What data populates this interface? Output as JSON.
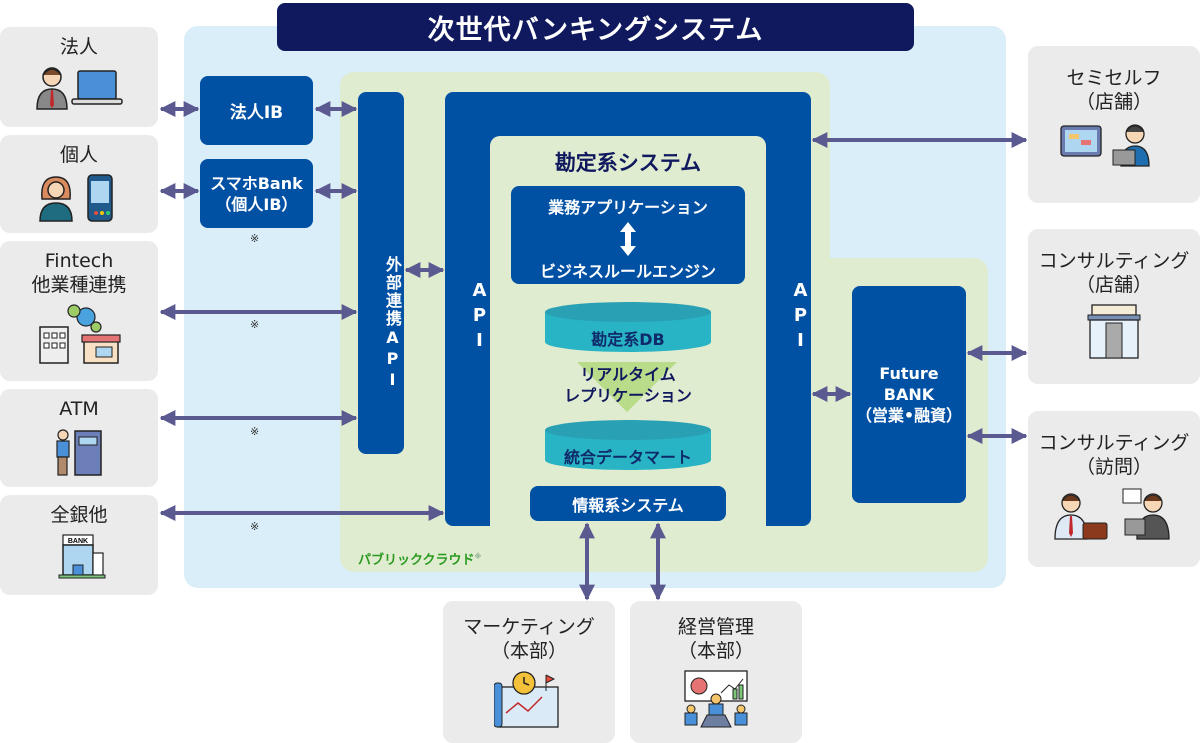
{
  "title": "次世代バンキングシステム",
  "colors": {
    "title_bg": "#10195e",
    "outer_bg": "#d9eef9",
    "cloud_bg": "#e0ecd0",
    "block_blue": "#0050a4",
    "db_teal": "#29b4c5",
    "arrow": "#5a5a91",
    "cloud_label": "#2a9a1f",
    "channel_bg": "#ebebeb"
  },
  "left_channels": [
    {
      "label": "法人",
      "icon": "businessman-laptop-icon"
    },
    {
      "label": "個人",
      "icon": "woman-smartphone-icon"
    },
    {
      "label": "Fintech\n他業種連携",
      "icon": "building-network-shop-icon"
    },
    {
      "label": "ATM",
      "icon": "atm-user-icon"
    },
    {
      "label": "全銀他",
      "icon": "bank-building-icon"
    }
  ],
  "ib_blocks": {
    "corporate_ib": "法人IB",
    "smartphone_bank": "スマホBank\n（個人IB）"
  },
  "notes": {
    "asterisk": "※"
  },
  "external_api": "外部連携API",
  "api_left": "API",
  "api_right": "API",
  "core_system": {
    "title": "勘定系システム",
    "business_app": "業務アプリケーション",
    "rule_engine": "ビジネスルールエンジン",
    "core_db": "勘定系DB",
    "replication": "リアルタイム\nレプリケーション",
    "data_mart": "統合データマート",
    "info_system": "情報系システム"
  },
  "cloud_label": "パブリッククラウド",
  "cloud_label_note": "※",
  "future_bank": "Future\nBANK\n（営業•融資）",
  "right_channels": [
    {
      "label": "セミセルフ\n（店舗）",
      "icon": "tablet-staff-icon"
    },
    {
      "label": "コンサルティング\n（店舗）",
      "icon": "storefront-icon"
    },
    {
      "label": "コンサルティング\n（訪問）",
      "icon": "visit-consultants-icon"
    }
  ],
  "bottom_channels": [
    {
      "label": "マーケティング\n（本部）",
      "icon": "marketing-strategy-icon"
    },
    {
      "label": "経営管理\n（本部）",
      "icon": "management-meeting-icon"
    }
  ]
}
